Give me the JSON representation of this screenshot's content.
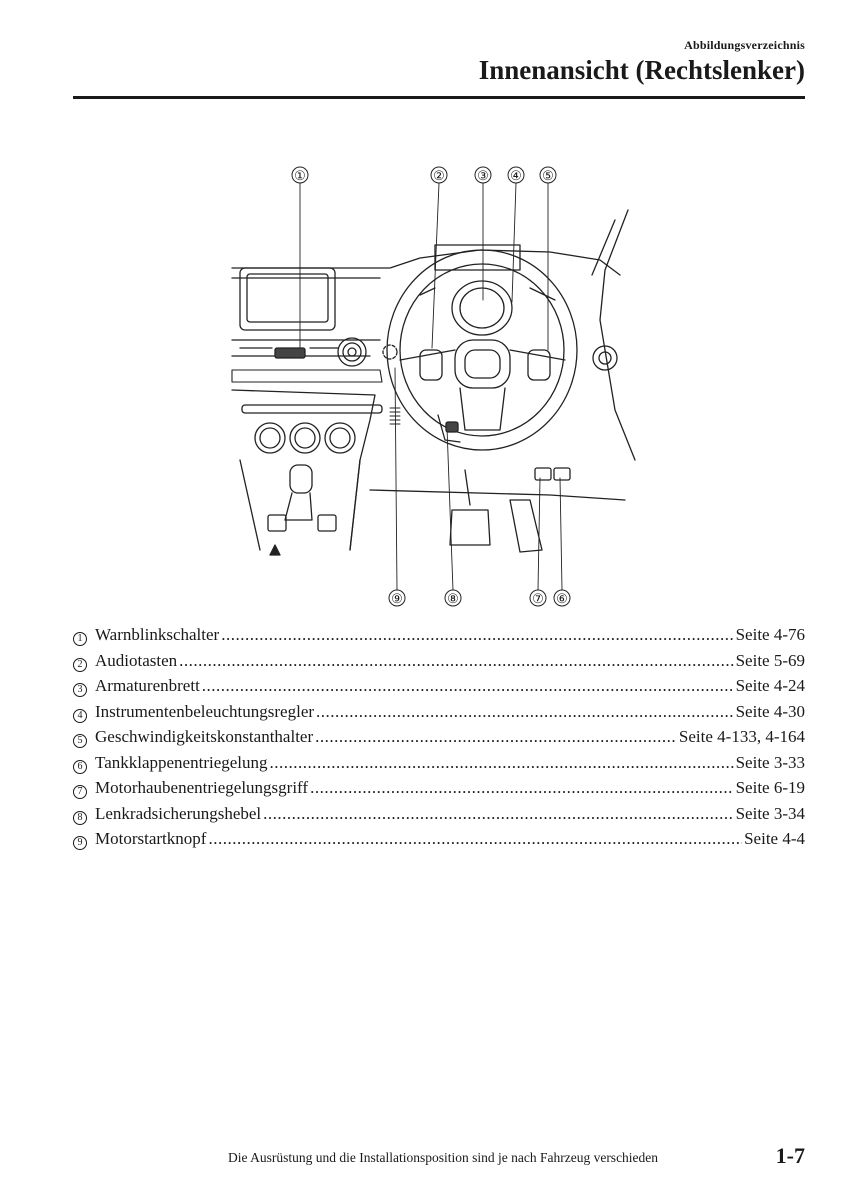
{
  "header": {
    "section": "Abbildungsverzeichnis",
    "title": "Innenansicht (Rechtslenker)"
  },
  "figure": {
    "callouts_top": [
      "①",
      "②",
      "③",
      "④",
      "⑤"
    ],
    "callouts_bottom": [
      "⑨",
      "⑧",
      "⑦",
      "⑥"
    ]
  },
  "legend": [
    {
      "marker": "1",
      "label": "Warnblinkschalter",
      "ref": "Seite 4-76"
    },
    {
      "marker": "2",
      "label": "Audiotasten",
      "ref": "Seite 5-69"
    },
    {
      "marker": "3",
      "label": "Armaturenbrett",
      "ref": "Seite 4-24"
    },
    {
      "marker": "4",
      "label": "Instrumentenbeleuchtungsregler",
      "ref": "Seite 4-30"
    },
    {
      "marker": "5",
      "label": "Geschwindigkeitskonstanthalter",
      "ref": "Seite 4-133, 4-164"
    },
    {
      "marker": "6",
      "label": "Tankklappenentriegelung",
      "ref": "Seite 3-33"
    },
    {
      "marker": "7",
      "label": "Motorhaubenentriegelungsgriff",
      "ref": "Seite 6-19"
    },
    {
      "marker": "8",
      "label": "Lenkradsicherungshebel",
      "ref": "Seite 3-34"
    },
    {
      "marker": "9",
      "label": "Motorstartknopf",
      "ref": "Seite 4-4"
    }
  ],
  "footer": {
    "note": "Die Ausrüstung und die Installationsposition sind je nach Fahrzeug verschieden",
    "page_number": "1-7"
  }
}
